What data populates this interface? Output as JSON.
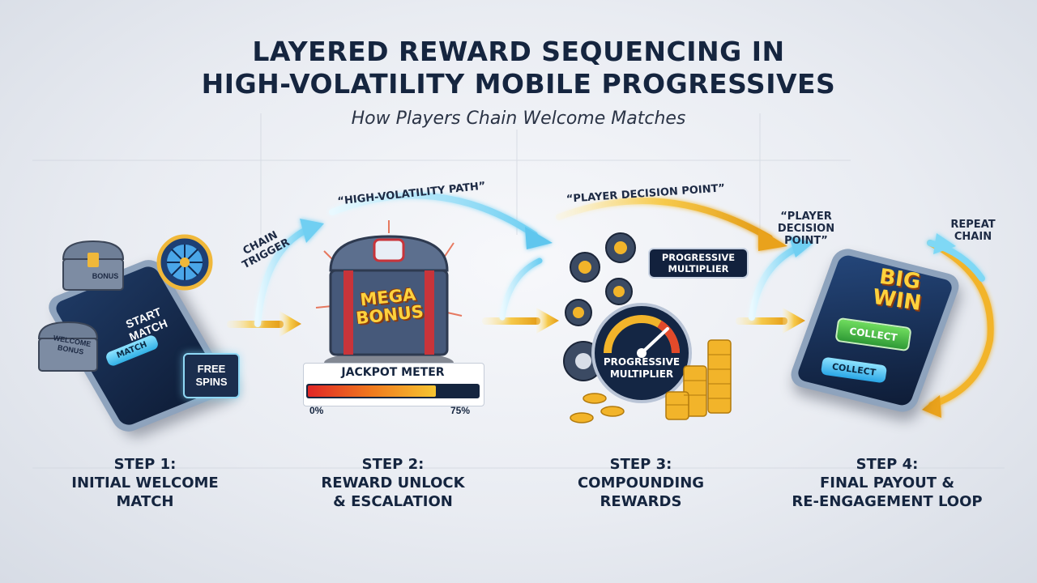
{
  "header": {
    "title_line1": "LAYERED REWARD SEQUENCING IN",
    "title_line2": "HIGH-VOLATILITY MOBILE PROGRESSIVES",
    "subtitle": "How Players Chain Welcome Matches"
  },
  "flow_labels": {
    "chain_trigger_1": "CHAIN",
    "chain_trigger_2": "TRIGGER",
    "high_volatility": "“HIGH-VOLATILITY PATH”",
    "decision_top": "“PLAYER DECISION POINT”",
    "decision_right_1": "“PLAYER",
    "decision_right_2": "DECISION",
    "decision_right_3": "POINT”",
    "repeat_1": "REPEAT",
    "repeat_2": "CHAIN"
  },
  "step1": {
    "chest_top": "BONUS",
    "chest_bottom_1": "WELCOME",
    "chest_bottom_2": "BONUS",
    "phone_line1": "START",
    "phone_line2": "MATCH",
    "phone_button": "MATCH",
    "free_spins_1": "FREE",
    "free_spins_2": "SPINS",
    "label_line1": "STEP 1:",
    "label_line2": "INITIAL WELCOME",
    "label_line3": "MATCH"
  },
  "step2": {
    "chest_1": "MEGA",
    "chest_2": "BONUS",
    "meter_title": "JACKPOT METER",
    "meter_min": "0%",
    "meter_max": "75%",
    "meter_fill": 0.75,
    "label_line1": "STEP 2:",
    "label_line2": "REWARD UNLOCK",
    "label_line3": "& ESCALATION"
  },
  "step3": {
    "chip_1": "PROGRESSIVE",
    "chip_2": "MULTIPLIER",
    "gauge_1": "PROGRESSIVE",
    "gauge_2": "MULTIPLIER",
    "label_line1": "STEP 3:",
    "label_line2": "COMPOUNDING",
    "label_line3": "REWARDS"
  },
  "step4": {
    "big": "BIG",
    "win": "WIN",
    "collect_1": "COLLECT",
    "collect_2": "COLLECT",
    "label_line1": "STEP 4:",
    "label_line2": "FINAL PAYOUT &",
    "label_line3": "RE-ENGAGEMENT LOOP"
  },
  "colors": {
    "navy": "#15253f",
    "gold": "#f2b42a",
    "cyan_glow": "#7fd8f5",
    "green_button": "#3bb84a",
    "blue_button": "#2aa6e6"
  }
}
